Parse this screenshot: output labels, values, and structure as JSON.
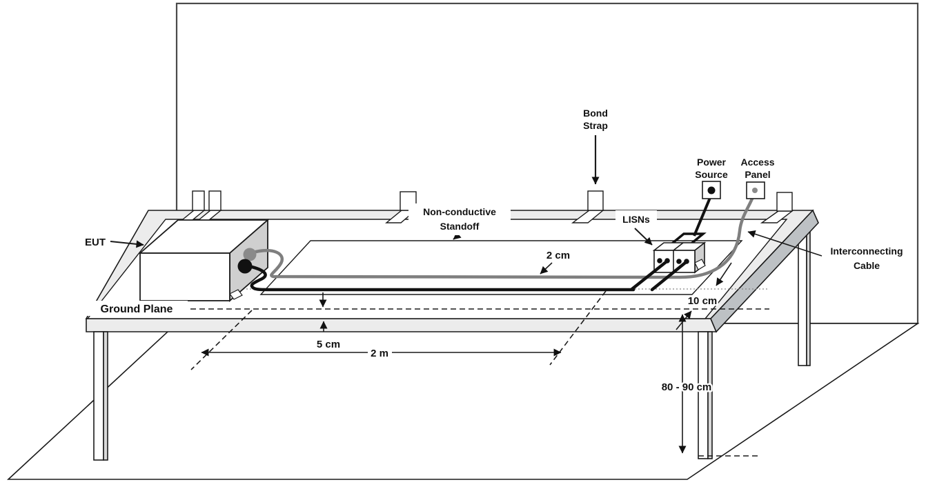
{
  "title": "Conducted emissions bench test setup diagram",
  "labels": {
    "eut": "EUT",
    "ground_plane": "Ground Plane",
    "lisns": "LISNs",
    "bond_strap": [
      "Bond",
      "Strap"
    ],
    "power_source": [
      "Power",
      "Source"
    ],
    "access_panel": [
      "Access",
      "Panel"
    ],
    "non_conductive_standoff": [
      "Non-conductive",
      "Standoff"
    ],
    "interconnecting_cable": [
      "Interconnecting",
      "Cable"
    ]
  },
  "dimensions": {
    "cable_above_ground_plane": "2 cm",
    "cable_standoff_height": "5 cm",
    "cable_run_length": "2 m",
    "ground_plane_setback": "10 cm",
    "table_height": "80 - 90 cm"
  },
  "colors": {
    "background": "#ffffff",
    "outline": "#1a1a1a",
    "wall_outline": "#4a4a4a",
    "table_top": "#ececec",
    "table_side": "#bdc1c4",
    "leg_side": "#d9d9d9",
    "eut_side": "#cfcfcf",
    "lisn_side": "#cfcfcf",
    "cable_gray": "#7f7f7f",
    "cable_black": "#111111",
    "connector_gray": "#8a8a8a"
  }
}
